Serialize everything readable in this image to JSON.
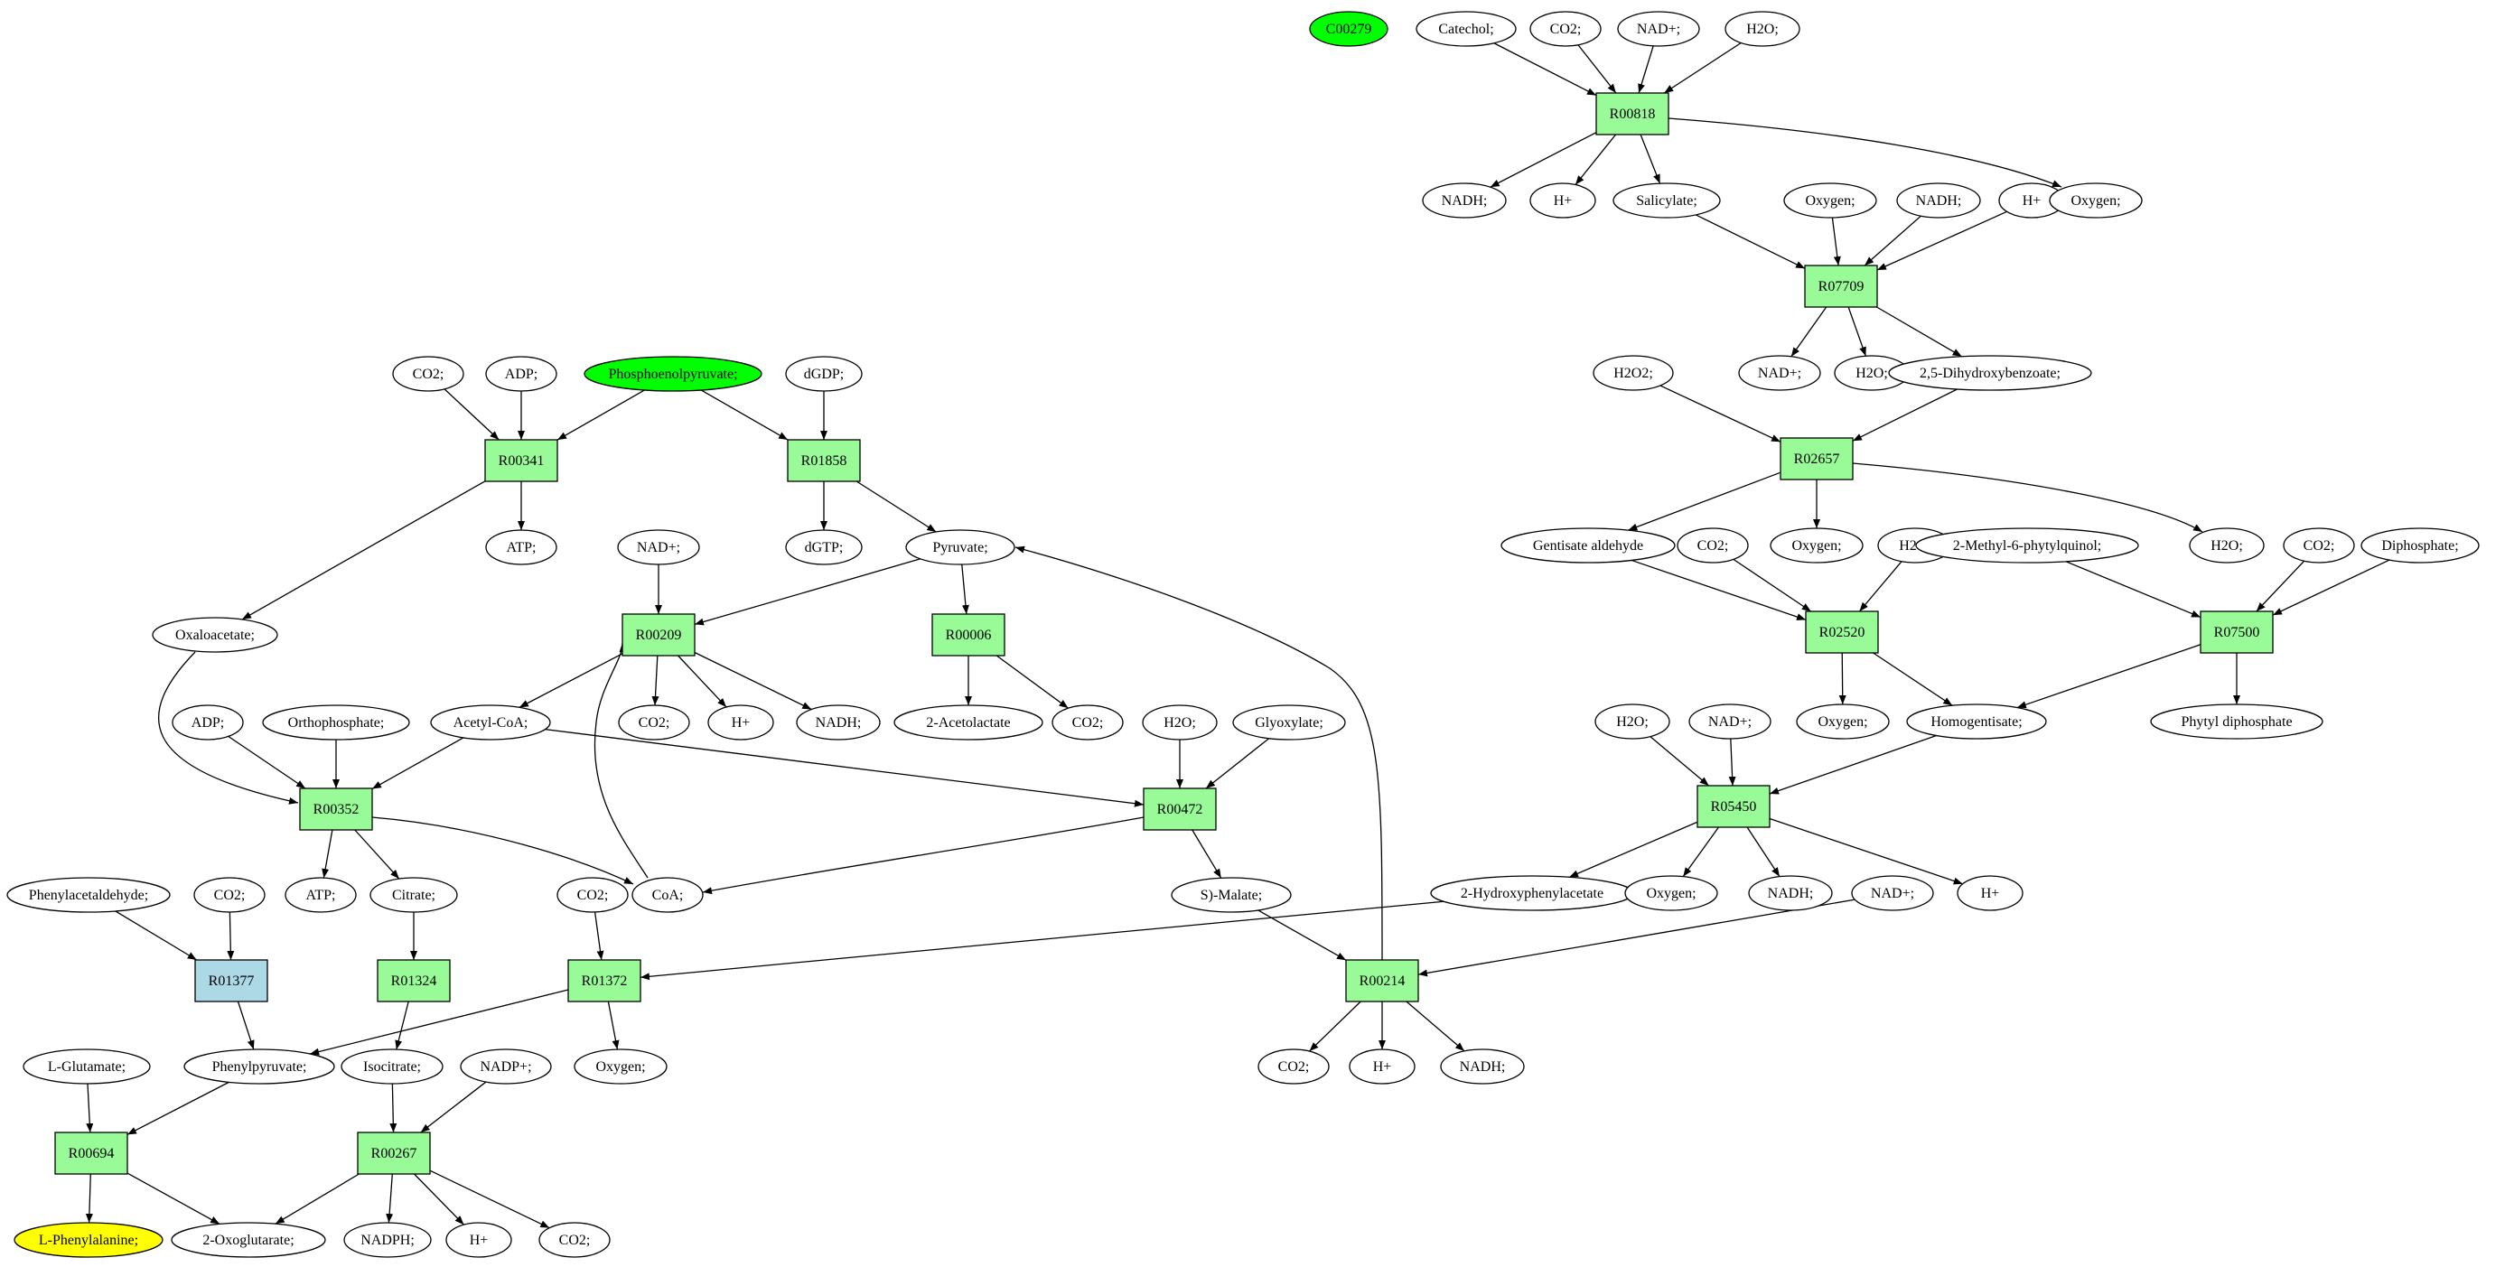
{
  "colors": {
    "reaction_fill": "#98fb98",
    "reaction_alt_fill": "#add8e6",
    "start_fill": "#00ff00",
    "target_fill": "#ffff00",
    "compound_fill": "#ffffff",
    "stroke": "#000000"
  },
  "nodes": [
    {
      "id": "c00279",
      "label": "C00279",
      "kind": "start"
    },
    {
      "id": "catechol",
      "label": "Catechol;",
      "kind": "compound"
    },
    {
      "id": "co2_a",
      "label": "CO2;",
      "kind": "compound"
    },
    {
      "id": "nadp_a",
      "label": "NAD+;",
      "kind": "compound"
    },
    {
      "id": "h2o_a",
      "label": "H2O;",
      "kind": "compound"
    },
    {
      "id": "R00818",
      "label": "R00818",
      "kind": "reaction"
    },
    {
      "id": "nadh_a",
      "label": "NADH;",
      "kind": "compound"
    },
    {
      "id": "hp_a",
      "label": "H+",
      "kind": "compound"
    },
    {
      "id": "salicylate",
      "label": "Salicylate;",
      "kind": "compound"
    },
    {
      "id": "oxygen_a",
      "label": "Oxygen;",
      "kind": "compound"
    },
    {
      "id": "nadh_b",
      "label": "NADH;",
      "kind": "compound"
    },
    {
      "id": "hp_b",
      "label": "H+",
      "kind": "compound"
    },
    {
      "id": "oxygen_b",
      "label": "Oxygen;",
      "kind": "compound"
    },
    {
      "id": "R07709",
      "label": "R07709",
      "kind": "reaction"
    },
    {
      "id": "nadp_b",
      "label": "NAD+;",
      "kind": "compound"
    },
    {
      "id": "h2o_b",
      "label": "H2O;",
      "kind": "compound"
    },
    {
      "id": "dhb",
      "label": "2,5-Dihydroxybenzoate;",
      "kind": "compound"
    },
    {
      "id": "h2o2",
      "label": "H2O2;",
      "kind": "compound"
    },
    {
      "id": "R02657",
      "label": "R02657",
      "kind": "reaction"
    },
    {
      "id": "gentisate",
      "label": "Gentisate aldehyde",
      "kind": "compound"
    },
    {
      "id": "oxygen_c",
      "label": "Oxygen;",
      "kind": "compound"
    },
    {
      "id": "h2o_c",
      "label": "H2O;",
      "kind": "compound"
    },
    {
      "id": "co2_b",
      "label": "CO2;",
      "kind": "compound"
    },
    {
      "id": "h2o_d",
      "label": "H2O;",
      "kind": "compound"
    },
    {
      "id": "R02520",
      "label": "R02520",
      "kind": "reaction"
    },
    {
      "id": "oxygen_d",
      "label": "Oxygen;",
      "kind": "compound"
    },
    {
      "id": "homogentisate",
      "label": "Homogentisate;",
      "kind": "compound"
    },
    {
      "id": "mpq",
      "label": "2-Methyl-6-phytylquinol;",
      "kind": "compound"
    },
    {
      "id": "co2_c",
      "label": "CO2;",
      "kind": "compound"
    },
    {
      "id": "diphosphate",
      "label": "Diphosphate;",
      "kind": "compound"
    },
    {
      "id": "R07500",
      "label": "R07500",
      "kind": "reaction"
    },
    {
      "id": "phytyl",
      "label": "Phytyl diphosphate",
      "kind": "compound"
    },
    {
      "id": "h2o_e",
      "label": "H2O;",
      "kind": "compound"
    },
    {
      "id": "nadp_c",
      "label": "NAD+;",
      "kind": "compound"
    },
    {
      "id": "R05450",
      "label": "R05450",
      "kind": "reaction"
    },
    {
      "id": "hpa",
      "label": "2-Hydroxyphenylacetate",
      "kind": "compound"
    },
    {
      "id": "oxygen_e",
      "label": "Oxygen;",
      "kind": "compound"
    },
    {
      "id": "nadh_c",
      "label": "NADH;",
      "kind": "compound"
    },
    {
      "id": "hp_c",
      "label": "H+",
      "kind": "compound"
    },
    {
      "id": "nadp_d",
      "label": "NAD+;",
      "kind": "compound"
    },
    {
      "id": "R00214",
      "label": "R00214",
      "kind": "reaction"
    },
    {
      "id": "co2_d",
      "label": "CO2;",
      "kind": "compound"
    },
    {
      "id": "hp_d",
      "label": "H+",
      "kind": "compound"
    },
    {
      "id": "nadh_d",
      "label": "NADH;",
      "kind": "compound"
    },
    {
      "id": "co2_e",
      "label": "CO2;",
      "kind": "compound"
    },
    {
      "id": "adp_a",
      "label": "ADP;",
      "kind": "compound"
    },
    {
      "id": "pep",
      "label": "Phosphoenolpyruvate;",
      "kind": "start"
    },
    {
      "id": "dgdp",
      "label": "dGDP;",
      "kind": "compound"
    },
    {
      "id": "R00341",
      "label": "R00341",
      "kind": "reaction"
    },
    {
      "id": "R01858",
      "label": "R01858",
      "kind": "reaction"
    },
    {
      "id": "atp_a",
      "label": "ATP;",
      "kind": "compound"
    },
    {
      "id": "dgtp",
      "label": "dGTP;",
      "kind": "compound"
    },
    {
      "id": "pyruvate",
      "label": "Pyruvate;",
      "kind": "compound"
    },
    {
      "id": "nadp_e",
      "label": "NAD+;",
      "kind": "compound"
    },
    {
      "id": "R00209",
      "label": "R00209",
      "kind": "reaction"
    },
    {
      "id": "R00006",
      "label": "R00006",
      "kind": "reaction"
    },
    {
      "id": "oxaloacetate",
      "label": "Oxaloacetate;",
      "kind": "compound"
    },
    {
      "id": "co2_f",
      "label": "CO2;",
      "kind": "compound"
    },
    {
      "id": "hp_e",
      "label": "H+",
      "kind": "compound"
    },
    {
      "id": "nadh_e",
      "label": "NADH;",
      "kind": "compound"
    },
    {
      "id": "acetolactate",
      "label": "2-Acetolactate",
      "kind": "compound"
    },
    {
      "id": "co2_g",
      "label": "CO2;",
      "kind": "compound"
    },
    {
      "id": "adp_b",
      "label": "ADP;",
      "kind": "compound"
    },
    {
      "id": "orthophosphate",
      "label": "Orthophosphate;",
      "kind": "compound"
    },
    {
      "id": "acetylcoa",
      "label": "Acetyl-CoA;",
      "kind": "compound"
    },
    {
      "id": "h2o_f",
      "label": "H2O;",
      "kind": "compound"
    },
    {
      "id": "glyoxylate",
      "label": "Glyoxylate;",
      "kind": "compound"
    },
    {
      "id": "R00352",
      "label": "R00352",
      "kind": "reaction"
    },
    {
      "id": "R00472",
      "label": "R00472",
      "kind": "reaction"
    },
    {
      "id": "atp_b",
      "label": "ATP;",
      "kind": "compound"
    },
    {
      "id": "citrate",
      "label": "Citrate;",
      "kind": "compound"
    },
    {
      "id": "coa",
      "label": "CoA;",
      "kind": "compound"
    },
    {
      "id": "malate",
      "label": "S)-Malate;",
      "kind": "compound"
    },
    {
      "id": "phenylacetaldehyde",
      "label": "Phenylacetaldehyde;",
      "kind": "compound"
    },
    {
      "id": "co2_h",
      "label": "CO2;",
      "kind": "compound"
    },
    {
      "id": "co2_i",
      "label": "CO2;",
      "kind": "compound"
    },
    {
      "id": "R01377",
      "label": "R01377",
      "kind": "reaction_alt"
    },
    {
      "id": "R01324",
      "label": "R01324",
      "kind": "reaction"
    },
    {
      "id": "R01372",
      "label": "R01372",
      "kind": "reaction"
    },
    {
      "id": "lglutamate",
      "label": "L-Glutamate;",
      "kind": "compound"
    },
    {
      "id": "phenylpyruvate",
      "label": "Phenylpyruvate;",
      "kind": "compound"
    },
    {
      "id": "isocitrate",
      "label": "Isocitrate;",
      "kind": "compound"
    },
    {
      "id": "nadpplus",
      "label": "NADP+;",
      "kind": "compound"
    },
    {
      "id": "oxygen_f",
      "label": "Oxygen;",
      "kind": "compound"
    },
    {
      "id": "R00694",
      "label": "R00694",
      "kind": "reaction"
    },
    {
      "id": "R00267",
      "label": "R00267",
      "kind": "reaction"
    },
    {
      "id": "lphe",
      "label": "L-Phenylalanine;",
      "kind": "target"
    },
    {
      "id": "oxoglutarate",
      "label": "2-Oxoglutarate;",
      "kind": "compound"
    },
    {
      "id": "nadph",
      "label": "NADPH;",
      "kind": "compound"
    },
    {
      "id": "hp_f",
      "label": "H+",
      "kind": "compound"
    },
    {
      "id": "co2_j",
      "label": "CO2;",
      "kind": "compound"
    }
  ],
  "edges": [
    [
      "catechol",
      "R00818"
    ],
    [
      "co2_a",
      "R00818"
    ],
    [
      "nadp_a",
      "R00818"
    ],
    [
      "h2o_a",
      "R00818"
    ],
    [
      "R00818",
      "nadh_a"
    ],
    [
      "R00818",
      "hp_a"
    ],
    [
      "R00818",
      "salicylate"
    ],
    [
      "R00818",
      "oxygen_b"
    ],
    [
      "salicylate",
      "R07709"
    ],
    [
      "oxygen_a",
      "R07709"
    ],
    [
      "nadh_b",
      "R07709"
    ],
    [
      "hp_b",
      "R07709"
    ],
    [
      "R07709",
      "nadp_b"
    ],
    [
      "R07709",
      "h2o_b"
    ],
    [
      "R07709",
      "dhb"
    ],
    [
      "h2o2",
      "R02657"
    ],
    [
      "dhb",
      "R02657"
    ],
    [
      "R02657",
      "gentisate"
    ],
    [
      "R02657",
      "oxygen_c"
    ],
    [
      "R02657",
      "h2o_c"
    ],
    [
      "gentisate",
      "R02520"
    ],
    [
      "co2_b",
      "R02520"
    ],
    [
      "h2o_d",
      "R02520"
    ],
    [
      "R02520",
      "oxygen_d"
    ],
    [
      "R02520",
      "homogentisate"
    ],
    [
      "mpq",
      "R07500"
    ],
    [
      "co2_c",
      "R07500"
    ],
    [
      "diphosphate",
      "R07500"
    ],
    [
      "R07500",
      "homogentisate"
    ],
    [
      "R07500",
      "phytyl"
    ],
    [
      "h2o_e",
      "R05450"
    ],
    [
      "nadp_c",
      "R05450"
    ],
    [
      "homogentisate",
      "R05450"
    ],
    [
      "R05450",
      "hpa"
    ],
    [
      "R05450",
      "oxygen_e"
    ],
    [
      "R05450",
      "nadh_c"
    ],
    [
      "R05450",
      "hp_c"
    ],
    [
      "malate",
      "R00214"
    ],
    [
      "nadp_d",
      "R00214"
    ],
    [
      "R00214",
      "co2_d"
    ],
    [
      "R00214",
      "hp_d"
    ],
    [
      "R00214",
      "nadh_d"
    ],
    [
      "R00214",
      "pyruvate"
    ],
    [
      "co2_e",
      "R00341"
    ],
    [
      "adp_a",
      "R00341"
    ],
    [
      "pep",
      "R00341"
    ],
    [
      "R00341",
      "atp_a"
    ],
    [
      "R00341",
      "oxaloacetate"
    ],
    [
      "pep",
      "R01858"
    ],
    [
      "dgdp",
      "R01858"
    ],
    [
      "R01858",
      "dgtp"
    ],
    [
      "R01858",
      "pyruvate"
    ],
    [
      "nadp_e",
      "R00209"
    ],
    [
      "pyruvate",
      "R00209"
    ],
    [
      "coa",
      "R00209"
    ],
    [
      "R00209",
      "acetylcoa"
    ],
    [
      "R00209",
      "co2_f"
    ],
    [
      "R00209",
      "hp_e"
    ],
    [
      "R00209",
      "nadh_e"
    ],
    [
      "pyruvate",
      "R00006"
    ],
    [
      "R00006",
      "acetolactate"
    ],
    [
      "R00006",
      "co2_g"
    ],
    [
      "oxaloacetate",
      "R00352"
    ],
    [
      "adp_b",
      "R00352"
    ],
    [
      "orthophosphate",
      "R00352"
    ],
    [
      "acetylcoa",
      "R00352"
    ],
    [
      "R00352",
      "atp_b"
    ],
    [
      "R00352",
      "citrate"
    ],
    [
      "R00352",
      "coa"
    ],
    [
      "acetylcoa",
      "R00472"
    ],
    [
      "h2o_f",
      "R00472"
    ],
    [
      "glyoxylate",
      "R00472"
    ],
    [
      "R00472",
      "coa"
    ],
    [
      "R00472",
      "malate"
    ],
    [
      "phenylacetaldehyde",
      "R01377"
    ],
    [
      "co2_h",
      "R01377"
    ],
    [
      "R01377",
      "phenylpyruvate"
    ],
    [
      "citrate",
      "R01324"
    ],
    [
      "R01324",
      "isocitrate"
    ],
    [
      "co2_i",
      "R01372"
    ],
    [
      "hpa",
      "R01372"
    ],
    [
      "R01372",
      "phenylpyruvate"
    ],
    [
      "R01372",
      "oxygen_f"
    ],
    [
      "lglutamate",
      "R00694"
    ],
    [
      "phenylpyruvate",
      "R00694"
    ],
    [
      "R00694",
      "lphe"
    ],
    [
      "R00694",
      "oxoglutarate"
    ],
    [
      "isocitrate",
      "R00267"
    ],
    [
      "nadpplus",
      "R00267"
    ],
    [
      "R00267",
      "oxoglutarate"
    ],
    [
      "R00267",
      "nadph"
    ],
    [
      "R00267",
      "hp_f"
    ],
    [
      "R00267",
      "co2_j"
    ]
  ]
}
